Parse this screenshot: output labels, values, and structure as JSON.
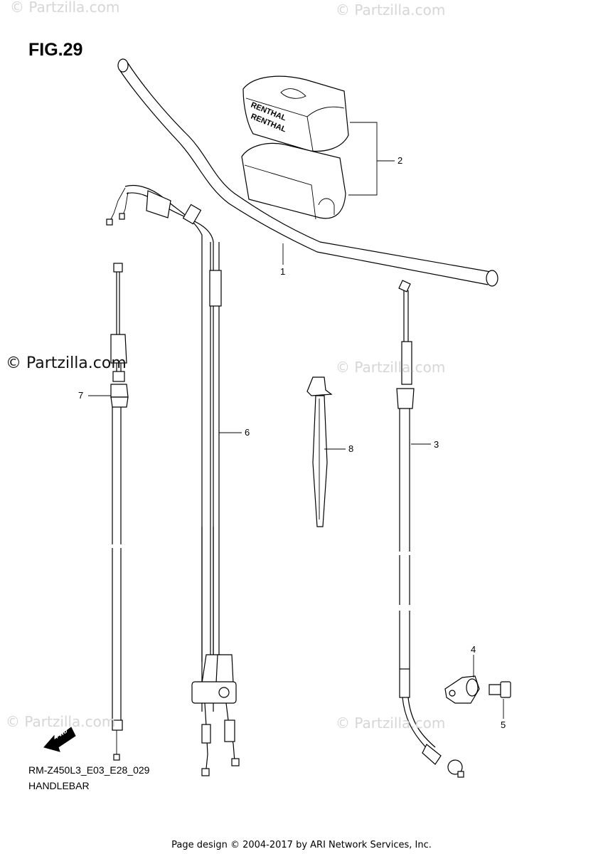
{
  "figure": {
    "title": "FIG.29"
  },
  "watermarks": [
    {
      "text": "© Partzilla.com",
      "variant": "light"
    },
    {
      "text": "© Partzilla.com",
      "variant": "light"
    },
    {
      "text": "© Partzilla.com",
      "variant": "dark"
    },
    {
      "text": "© Partzilla.com",
      "variant": "light"
    },
    {
      "text": "© Partzilla.com",
      "variant": "light"
    },
    {
      "text": "© Partzilla.com",
      "variant": "light"
    }
  ],
  "callouts": [
    {
      "id": "1",
      "part": "handlebar"
    },
    {
      "id": "2",
      "part": "handlebar-pad-set"
    },
    {
      "id": "3",
      "part": "clutch-cable"
    },
    {
      "id": "4",
      "part": "cable-clamp"
    },
    {
      "id": "5",
      "part": "bolt"
    },
    {
      "id": "6",
      "part": "throttle-cable"
    },
    {
      "id": "7",
      "part": "hot-start-cable"
    },
    {
      "id": "8",
      "part": "cable-tie"
    }
  ],
  "pad_brand": "RENTHAL",
  "direction_label": "FWD",
  "model_code": "RM-Z450L3_E03_E28_029",
  "caption": "HANDLEBAR",
  "footer": "Page design © 2004-2017 by ARI Network Services, Inc."
}
